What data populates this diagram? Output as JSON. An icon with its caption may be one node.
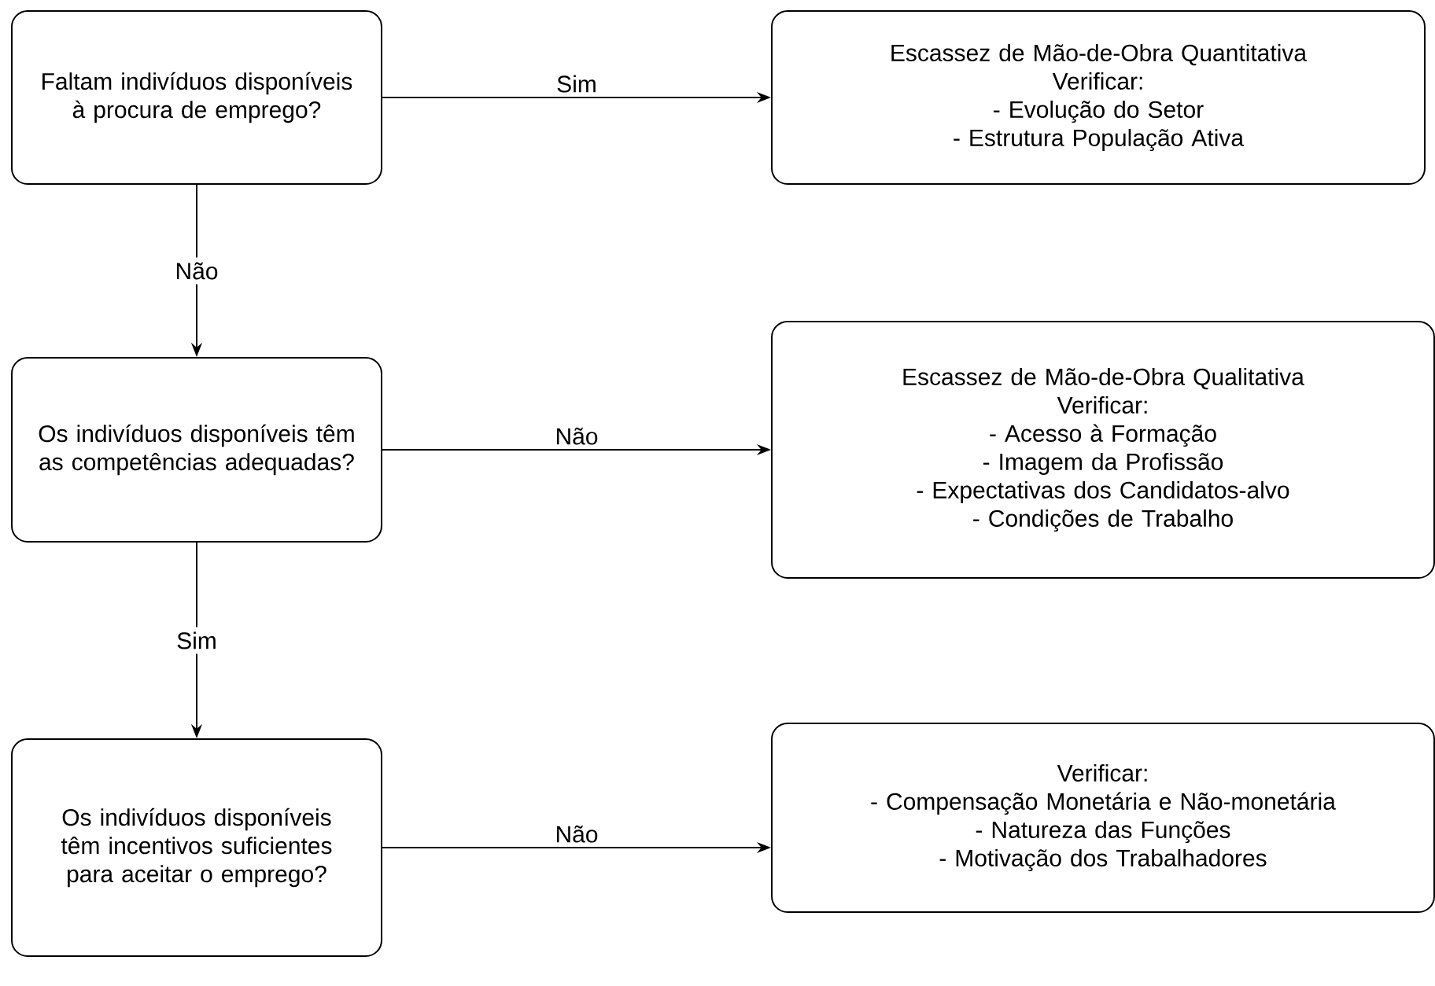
{
  "diagram": {
    "nodes": [
      {
        "text": [
          "Faltam indivíduos disponíveis à procura de emprego?"
        ]
      },
      {
        "text": [
          "Escassez de Mão-de-Obra Quantitativa",
          "Verificar:",
          "- Evolução do Setor",
          "- Estrutura População Ativa"
        ]
      },
      {
        "text": [
          "Os indivíduos disponíveis têm as competências adequadas?"
        ]
      },
      {
        "text": [
          "Escassez de Mão-de-Obra Qualitativa",
          "Verificar:",
          "- Acesso à Formação",
          "- Imagem da Profissão",
          "- Expectativas dos Candidatos-alvo",
          "- Condições de Trabalho"
        ]
      },
      {
        "text": [
          "Os indivíduos disponíveis têm incentivos suficientes para aceitar o emprego?"
        ]
      },
      {
        "text": [
          "Verificar:",
          "- Compensação Monetária e Não-monetária",
          "- Natureza das Funções",
          "- Motivação dos Trabalhadores"
        ]
      }
    ],
    "edges": [
      {
        "from": 0,
        "to": 1,
        "arrow": "to",
        "label": "Sim"
      },
      {
        "from": 0,
        "to": 2,
        "arrow": "to",
        "label": "Não"
      },
      {
        "from": 2,
        "to": 3,
        "arrow": "to",
        "label": "Não"
      },
      {
        "from": 2,
        "to": 4,
        "arrow": "to",
        "label": "Sim"
      },
      {
        "from": 4,
        "to": 5,
        "arrow": "to",
        "label": "Não"
      }
    ]
  }
}
